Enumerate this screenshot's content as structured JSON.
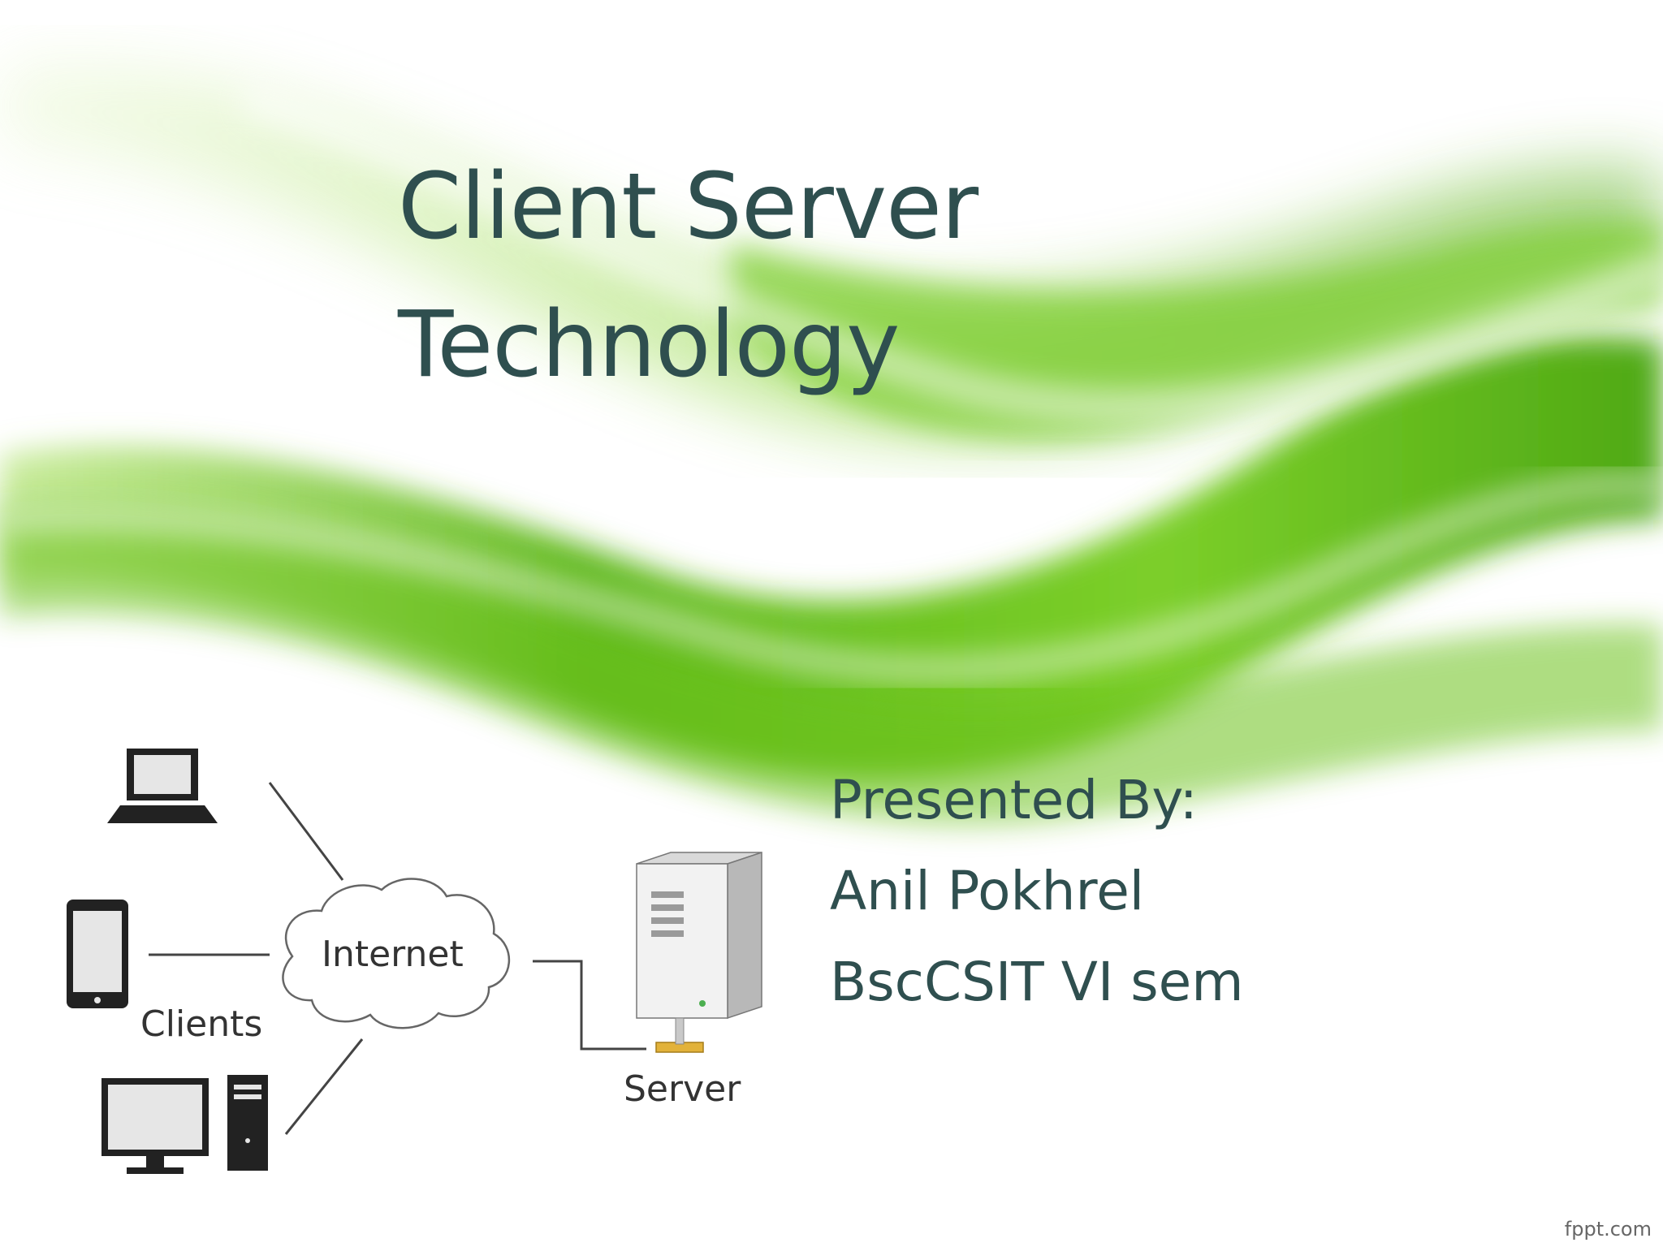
{
  "slide": {
    "title_line1": "Client Server",
    "title_line2": "Technology",
    "presented_by": "Presented By:",
    "presenter_name": "Anil Pokhrel",
    "presenter_course": "BscCSIT VI sem",
    "watermark": "fppt.com"
  },
  "diagram": {
    "clients_label": "Clients",
    "internet_label": "Internet",
    "server_label": "Server",
    "icons": [
      "laptop-icon",
      "phone-icon",
      "desktop-icon",
      "cloud-icon",
      "server-icon"
    ]
  },
  "colors": {
    "title_text": "#2f4f4f",
    "accent_green": "#6cc21c",
    "background": "#ffffff"
  }
}
